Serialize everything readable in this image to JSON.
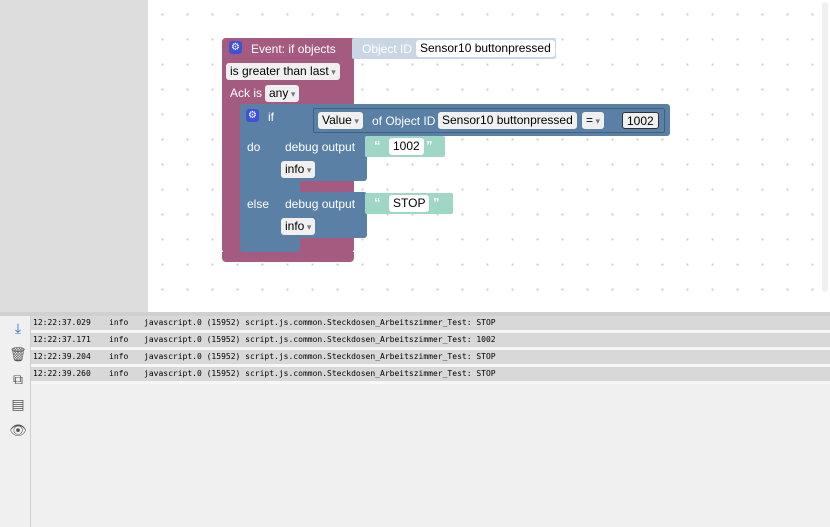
{
  "blocks": {
    "event": {
      "label": "Event: if objects",
      "object_label": "Object ID",
      "object_value": "Sensor10 buttonpressed",
      "condition": "is greater than last",
      "ack_label": "Ack is",
      "ack_value": "any"
    },
    "if_block": {
      "if_label": "if",
      "do_label": "do",
      "else_label": "else",
      "compare": {
        "attribute": "Value",
        "of_label": "of Object ID",
        "object_value": "Sensor10 buttonpressed",
        "operator": "=",
        "number": "1002"
      }
    },
    "debug_do": {
      "label": "debug output",
      "text": "1002",
      "level": "info"
    },
    "debug_else": {
      "label": "debug output",
      "text": "STOP",
      "level": "info"
    }
  },
  "colors": {
    "event": "#a55b80",
    "logic": "#5b80a5",
    "text": "#a0d6c6",
    "gear": "#3f51d8"
  },
  "log": {
    "toolbar_icons": [
      "scroll-bottom-icon",
      "trash-icon",
      "copy-icon",
      "table-icon",
      "eye-off-icon"
    ],
    "rows": [
      {
        "time": "12:22:37.029",
        "level": "info",
        "message": "javascript.0 (15952) script.js.common.Steckdosen_Arbeitszimmer_Test: STOP"
      },
      {
        "time": "12:22:37.171",
        "level": "info",
        "message": "javascript.0 (15952) script.js.common.Steckdosen_Arbeitszimmer_Test: 1002"
      },
      {
        "time": "12:22:39.204",
        "level": "info",
        "message": "javascript.0 (15952) script.js.common.Steckdosen_Arbeitszimmer_Test: STOP"
      },
      {
        "time": "12:22:39.260",
        "level": "info",
        "message": "javascript.0 (15952) script.js.common.Steckdosen_Arbeitszimmer_Test: STOP"
      }
    ]
  }
}
